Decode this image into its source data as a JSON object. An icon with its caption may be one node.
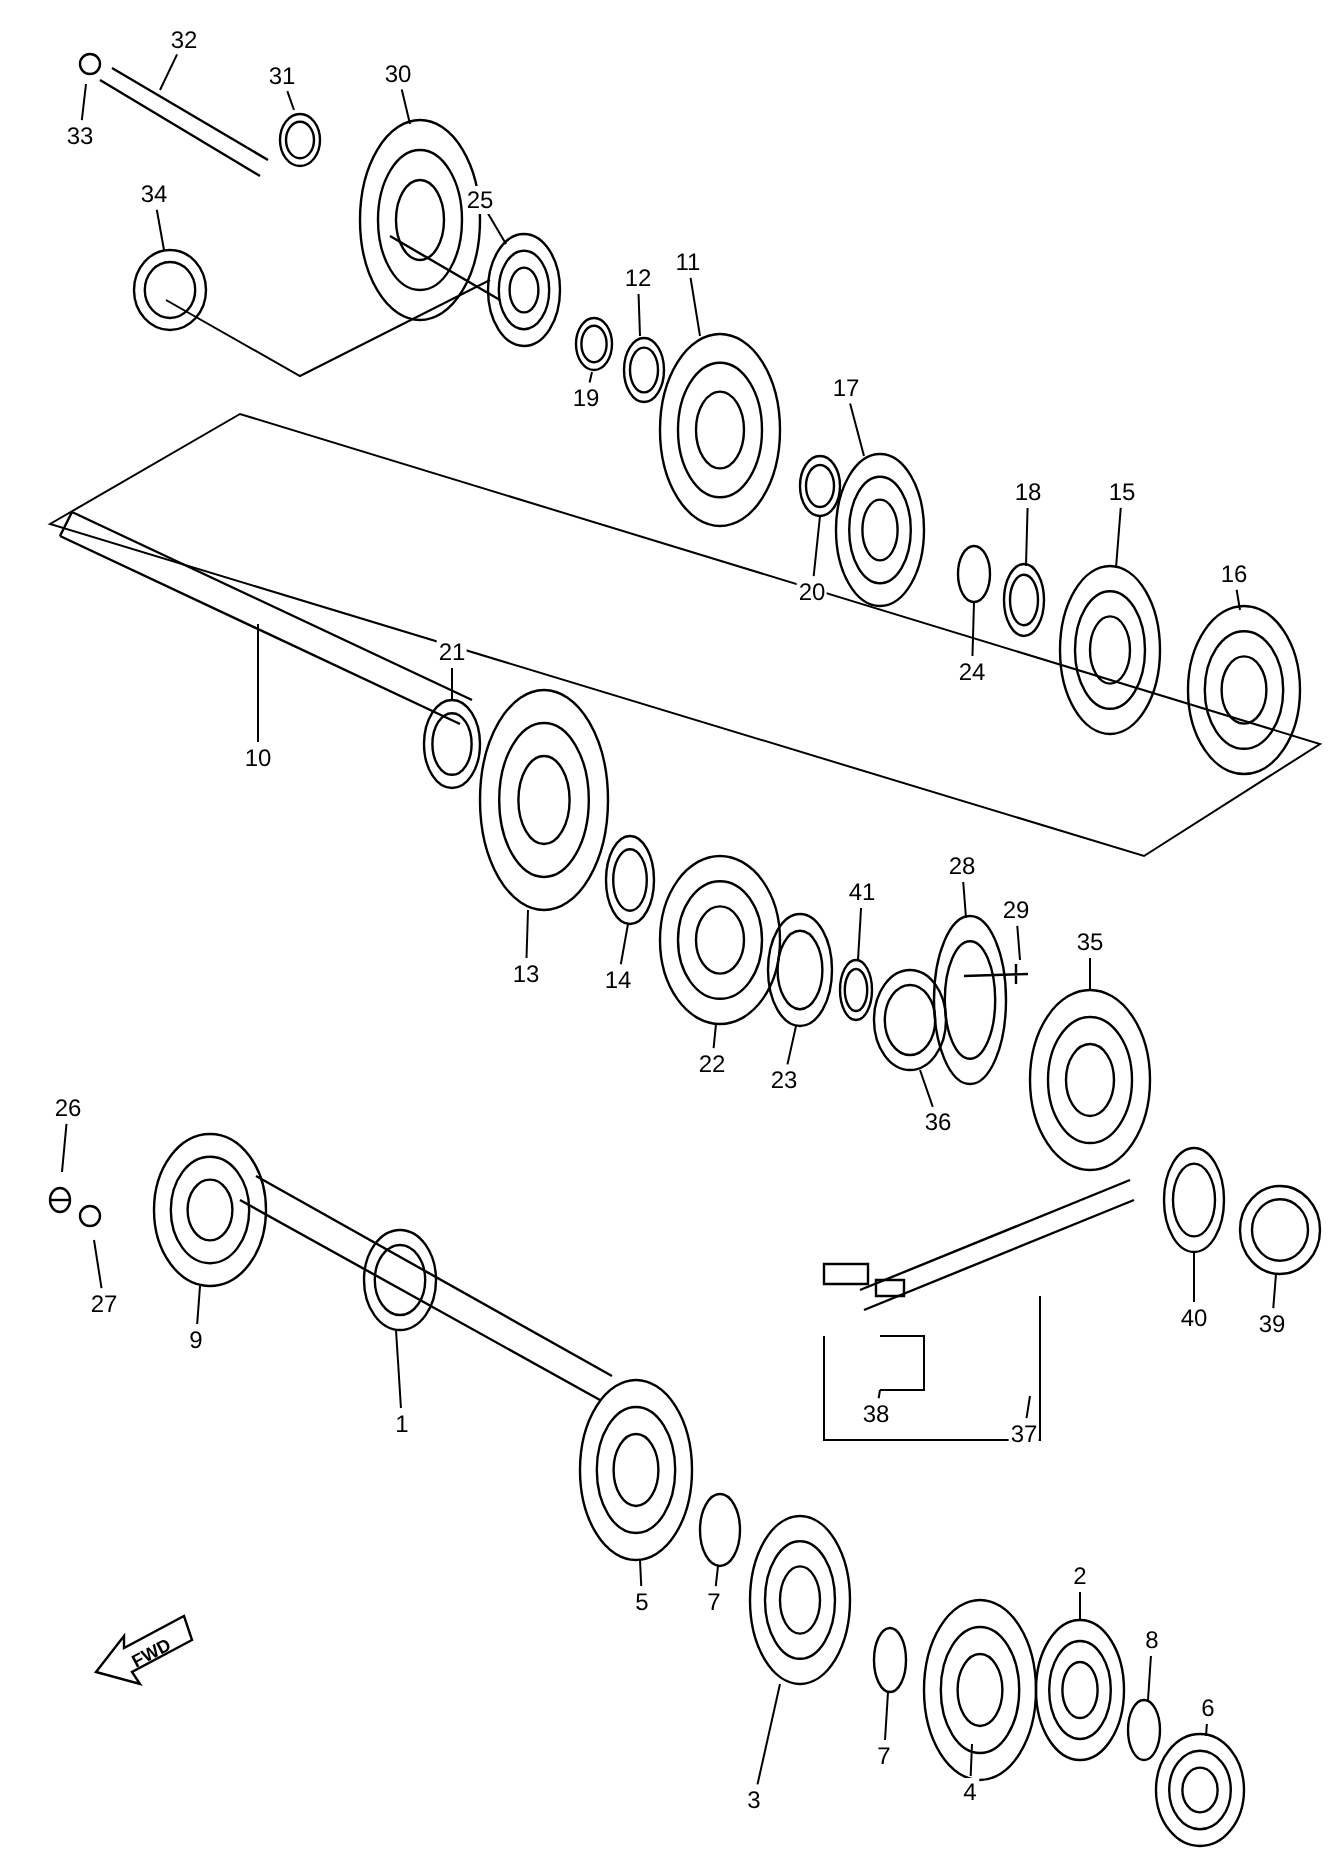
{
  "diagram": {
    "nodes": [
      {
        "text": [
          "33"
        ]
      },
      {
        "text": [
          "32"
        ]
      },
      {
        "text": [
          "31"
        ]
      },
      {
        "text": [
          "30"
        ]
      },
      {
        "text": [
          "34"
        ]
      },
      {
        "text": [
          "25"
        ]
      },
      {
        "text": [
          "12"
        ]
      },
      {
        "text": [
          "11"
        ]
      },
      {
        "text": [
          "19"
        ]
      },
      {
        "text": [
          "17"
        ]
      },
      {
        "text": [
          "20"
        ]
      },
      {
        "text": [
          "18"
        ]
      },
      {
        "text": [
          "15"
        ]
      },
      {
        "text": [
          "24"
        ]
      },
      {
        "text": [
          "16"
        ]
      },
      {
        "text": [
          "21"
        ]
      },
      {
        "text": [
          "10"
        ]
      },
      {
        "text": [
          "13"
        ]
      },
      {
        "text": [
          "14"
        ]
      },
      {
        "text": [
          "22"
        ]
      },
      {
        "text": [
          "23"
        ]
      },
      {
        "text": [
          "41"
        ]
      },
      {
        "text": [
          "28"
        ]
      },
      {
        "text": [
          "29"
        ]
      },
      {
        "text": [
          "35"
        ]
      },
      {
        "text": [
          "36"
        ]
      },
      {
        "text": [
          "26"
        ]
      },
      {
        "text": [
          "27"
        ]
      },
      {
        "text": [
          "9"
        ]
      },
      {
        "text": [
          "1"
        ]
      },
      {
        "text": [
          "40"
        ]
      },
      {
        "text": [
          "39"
        ]
      },
      {
        "text": [
          "38"
        ]
      },
      {
        "text": [
          "37"
        ]
      },
      {
        "text": [
          "5"
        ]
      },
      {
        "text": [
          "7"
        ]
      },
      {
        "text": [
          "3"
        ]
      },
      {
        "text": [
          "7"
        ]
      },
      {
        "text": [
          "4"
        ]
      },
      {
        "text": [
          "2"
        ]
      },
      {
        "text": [
          "8"
        ]
      },
      {
        "text": [
          "6"
        ]
      }
    ],
    "edges": [
      {
        "from": 0,
        "to": null,
        "arrow": "none"
      },
      {
        "from": 1,
        "to": null,
        "arrow": "none"
      },
      {
        "from": 2,
        "to": null,
        "arrow": "none"
      },
      {
        "from": 3,
        "to": null,
        "arrow": "none"
      },
      {
        "from": 4,
        "to": null,
        "arrow": "none"
      },
      {
        "from": 5,
        "to": null,
        "arrow": "none"
      },
      {
        "from": 6,
        "to": null,
        "arrow": "none"
      },
      {
        "from": 7,
        "to": null,
        "arrow": "none"
      },
      {
        "from": 8,
        "to": null,
        "arrow": "none"
      },
      {
        "from": 9,
        "to": null,
        "arrow": "none"
      },
      {
        "from": 10,
        "to": null,
        "arrow": "none"
      },
      {
        "from": 11,
        "to": null,
        "arrow": "none"
      },
      {
        "from": 12,
        "to": null,
        "arrow": "none"
      },
      {
        "from": 13,
        "to": null,
        "arrow": "none"
      },
      {
        "from": 14,
        "to": null,
        "arrow": "none"
      },
      {
        "from": 15,
        "to": null,
        "arrow": "none"
      },
      {
        "from": 16,
        "to": null,
        "arrow": "none"
      },
      {
        "from": 17,
        "to": null,
        "arrow": "none"
      },
      {
        "from": 18,
        "to": null,
        "arrow": "none"
      },
      {
        "from": 19,
        "to": null,
        "arrow": "none"
      },
      {
        "from": 20,
        "to": null,
        "arrow": "none"
      },
      {
        "from": 21,
        "to": null,
        "arrow": "none"
      },
      {
        "from": 22,
        "to": null,
        "arrow": "none"
      },
      {
        "from": 23,
        "to": null,
        "arrow": "none"
      },
      {
        "from": 24,
        "to": null,
        "arrow": "none"
      },
      {
        "from": 25,
        "to": null,
        "arrow": "none"
      },
      {
        "from": 26,
        "to": null,
        "arrow": "none"
      },
      {
        "from": 27,
        "to": null,
        "arrow": "none"
      },
      {
        "from": 28,
        "to": null,
        "arrow": "none"
      },
      {
        "from": 29,
        "to": null,
        "arrow": "none"
      },
      {
        "from": 30,
        "to": null,
        "arrow": "none"
      },
      {
        "from": 31,
        "to": null,
        "arrow": "none"
      },
      {
        "from": 32,
        "to": null,
        "arrow": "none"
      },
      {
        "from": 33,
        "to": null,
        "arrow": "none"
      },
      {
        "from": 34,
        "to": null,
        "arrow": "none"
      },
      {
        "from": 35,
        "to": null,
        "arrow": "none"
      },
      {
        "from": 36,
        "to": null,
        "arrow": "none"
      },
      {
        "from": 37,
        "to": null,
        "arrow": "none"
      },
      {
        "from": 38,
        "to": null,
        "arrow": "none"
      },
      {
        "from": 39,
        "to": null,
        "arrow": "none"
      },
      {
        "from": 40,
        "to": null,
        "arrow": "none"
      },
      {
        "from": 41,
        "to": null,
        "arrow": "none"
      }
    ],
    "labels": [
      "FWD"
    ]
  }
}
